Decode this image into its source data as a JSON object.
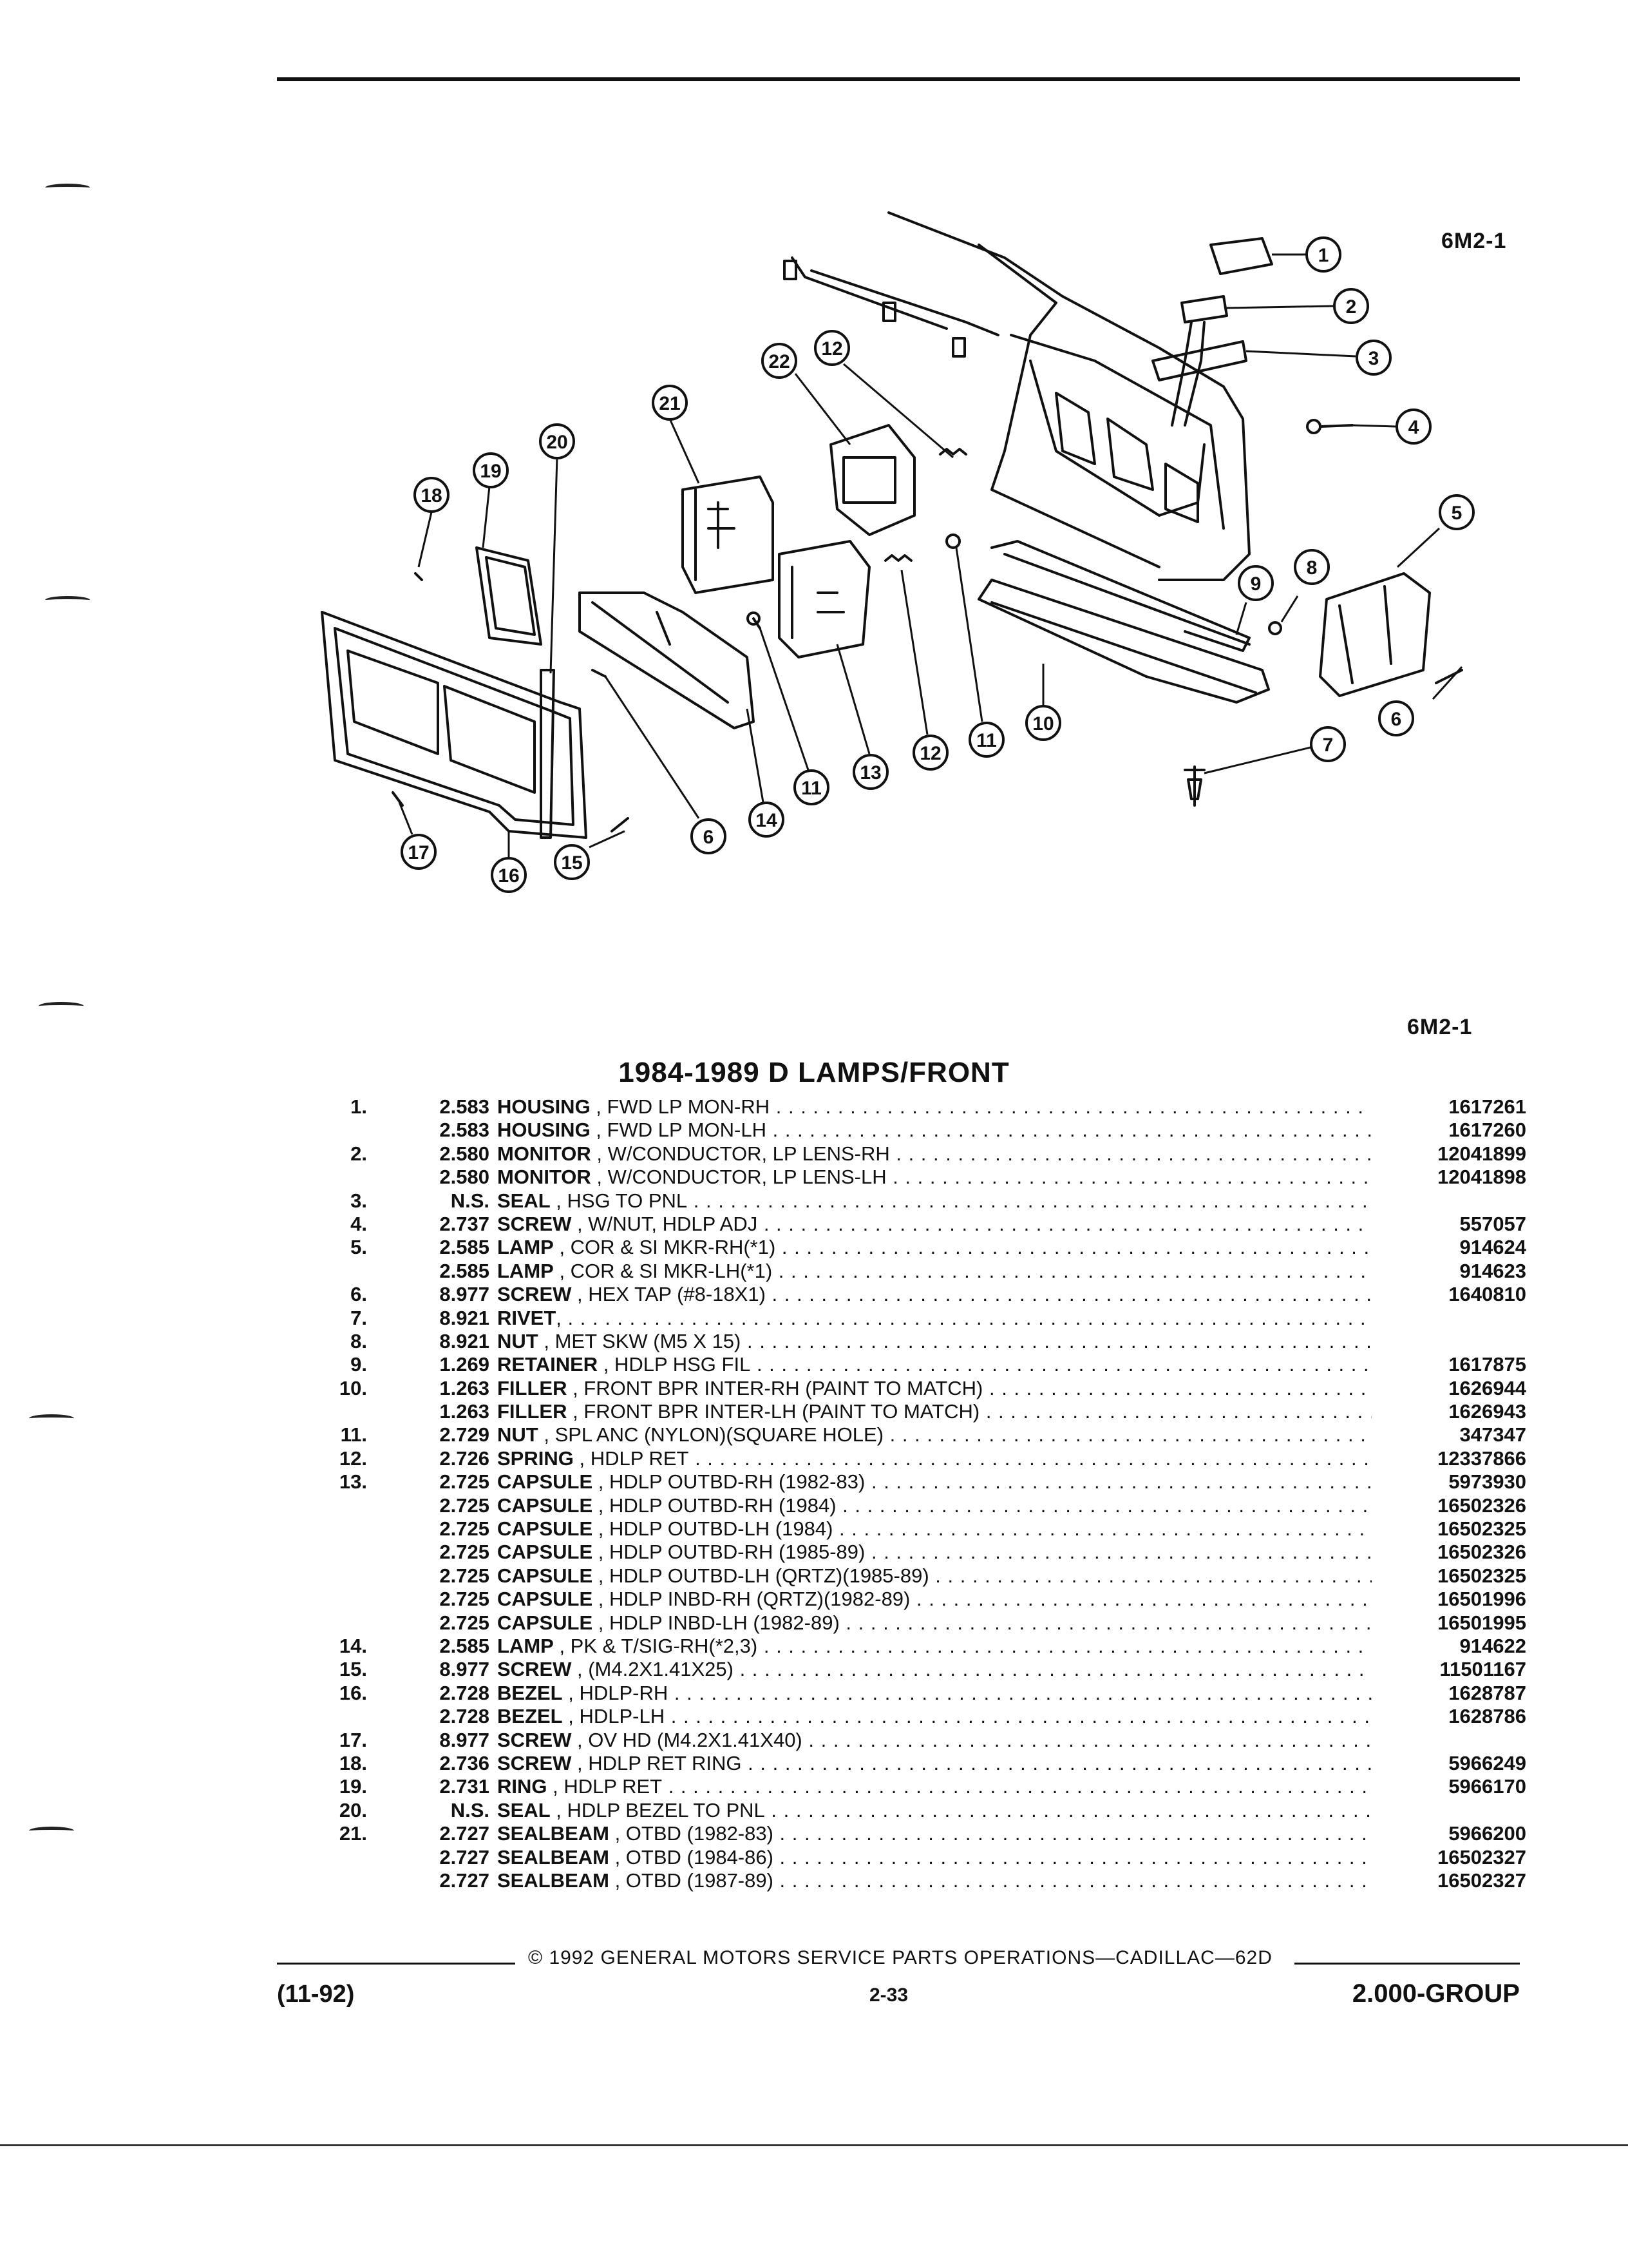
{
  "header": {
    "page_ref": "6M2-1"
  },
  "diagram": {
    "callouts": [
      "1",
      "2",
      "3",
      "4",
      "5",
      "6",
      "7",
      "8",
      "9",
      "10",
      "11",
      "12",
      "13",
      "14",
      "15",
      "16",
      "17",
      "18",
      "19",
      "20",
      "21",
      "22"
    ]
  },
  "section": {
    "page_ref": "6M2-1",
    "title": "1984-1989 D LAMPS/FRONT"
  },
  "parts": [
    {
      "item": "1.",
      "group": "2.583",
      "name": "HOUSING",
      "desc": "FWD LP MON-RH",
      "part": "1617261"
    },
    {
      "item": "",
      "group": "2.583",
      "name": "HOUSING",
      "desc": "FWD LP MON-LH",
      "part": "1617260"
    },
    {
      "item": "2.",
      "group": "2.580",
      "name": "MONITOR",
      "desc": "W/CONDUCTOR, LP LENS-RH",
      "part": "12041899"
    },
    {
      "item": "",
      "group": "2.580",
      "name": "MONITOR",
      "desc": "W/CONDUCTOR, LP LENS-LH",
      "part": "12041898"
    },
    {
      "item": "3.",
      "group": "N.S.",
      "name": "SEAL",
      "desc": "HSG TO PNL",
      "part": ""
    },
    {
      "item": "4.",
      "group": "2.737",
      "name": "SCREW",
      "desc": "W/NUT, HDLP ADJ",
      "part": "557057"
    },
    {
      "item": "5.",
      "group": "2.585",
      "name": "LAMP",
      "desc": "COR & SI MKR-RH(*1)",
      "part": "914624"
    },
    {
      "item": "",
      "group": "2.585",
      "name": "LAMP",
      "desc": "COR & SI MKR-LH(*1)",
      "part": "914623"
    },
    {
      "item": "6.",
      "group": "8.977",
      "name": "SCREW",
      "desc": "HEX TAP (#8-18X1)",
      "part": "1640810"
    },
    {
      "item": "7.",
      "group": "8.921",
      "name": "RIVET",
      "desc": "",
      "part": ""
    },
    {
      "item": "8.",
      "group": "8.921",
      "name": "NUT",
      "desc": "MET SKW (M5 X 15)",
      "part": ""
    },
    {
      "item": "9.",
      "group": "1.269",
      "name": "RETAINER",
      "desc": "HDLP HSG FIL",
      "part": "1617875"
    },
    {
      "item": "10.",
      "group": "1.263",
      "name": "FILLER",
      "desc": "FRONT BPR INTER-RH (PAINT TO MATCH)",
      "part": "1626944"
    },
    {
      "item": "",
      "group": "1.263",
      "name": "FILLER",
      "desc": "FRONT BPR INTER-LH (PAINT TO MATCH)",
      "part": "1626943"
    },
    {
      "item": "11.",
      "group": "2.729",
      "name": "NUT",
      "desc": "SPL ANC (NYLON)(SQUARE HOLE)",
      "part": "347347"
    },
    {
      "item": "12.",
      "group": "2.726",
      "name": "SPRING",
      "desc": "HDLP RET",
      "part": "12337866"
    },
    {
      "item": "13.",
      "group": "2.725",
      "name": "CAPSULE",
      "desc": "HDLP OUTBD-RH (1982-83)",
      "part": "5973930"
    },
    {
      "item": "",
      "group": "2.725",
      "name": "CAPSULE",
      "desc": "HDLP OUTBD-RH (1984)",
      "part": "16502326"
    },
    {
      "item": "",
      "group": "2.725",
      "name": "CAPSULE",
      "desc": "HDLP OUTBD-LH (1984)",
      "part": "16502325"
    },
    {
      "item": "",
      "group": "2.725",
      "name": "CAPSULE",
      "desc": "HDLP OUTBD-RH (1985-89)",
      "part": "16502326"
    },
    {
      "item": "",
      "group": "2.725",
      "name": "CAPSULE",
      "desc": "HDLP OUTBD-LH (QRTZ)(1985-89)",
      "part": "16502325"
    },
    {
      "item": "",
      "group": "2.725",
      "name": "CAPSULE",
      "desc": "HDLP INBD-RH (QRTZ)(1982-89)",
      "part": "16501996"
    },
    {
      "item": "",
      "group": "2.725",
      "name": "CAPSULE",
      "desc": "HDLP INBD-LH (1982-89)",
      "part": "16501995"
    },
    {
      "item": "14.",
      "group": "2.585",
      "name": "LAMP",
      "desc": "PK & T/SIG-RH(*2,3)",
      "part": "914622"
    },
    {
      "item": "15.",
      "group": "8.977",
      "name": "SCREW",
      "desc": "(M4.2X1.41X25)",
      "part": "11501167"
    },
    {
      "item": "16.",
      "group": "2.728",
      "name": "BEZEL",
      "desc": "HDLP-RH",
      "part": "1628787"
    },
    {
      "item": "",
      "group": "2.728",
      "name": "BEZEL",
      "desc": "HDLP-LH",
      "part": "1628786"
    },
    {
      "item": "17.",
      "group": "8.977",
      "name": "SCREW",
      "desc": "OV HD (M4.2X1.41X40)",
      "part": ""
    },
    {
      "item": "18.",
      "group": "2.736",
      "name": "SCREW",
      "desc": "HDLP RET RING",
      "part": "5966249"
    },
    {
      "item": "19.",
      "group": "2.731",
      "name": "RING",
      "desc": "HDLP RET",
      "part": "5966170"
    },
    {
      "item": "20.",
      "group": "N.S.",
      "name": "SEAL",
      "desc": "HDLP BEZEL TO PNL",
      "part": ""
    },
    {
      "item": "21.",
      "group": "2.727",
      "name": "SEALBEAM",
      "desc": "OTBD (1982-83)",
      "part": "5966200"
    },
    {
      "item": "",
      "group": "2.727",
      "name": "SEALBEAM",
      "desc": "OTBD (1984-86)",
      "part": "16502327"
    },
    {
      "item": "",
      "group": "2.727",
      "name": "SEALBEAM",
      "desc": "OTBD (1987-89)",
      "part": "16502327"
    }
  ],
  "footer": {
    "copyright": "© 1992 GENERAL MOTORS SERVICE PARTS OPERATIONS—CADILLAC—62D",
    "date": "(11-92)",
    "page": "2-33",
    "group": "2.000-GROUP"
  }
}
